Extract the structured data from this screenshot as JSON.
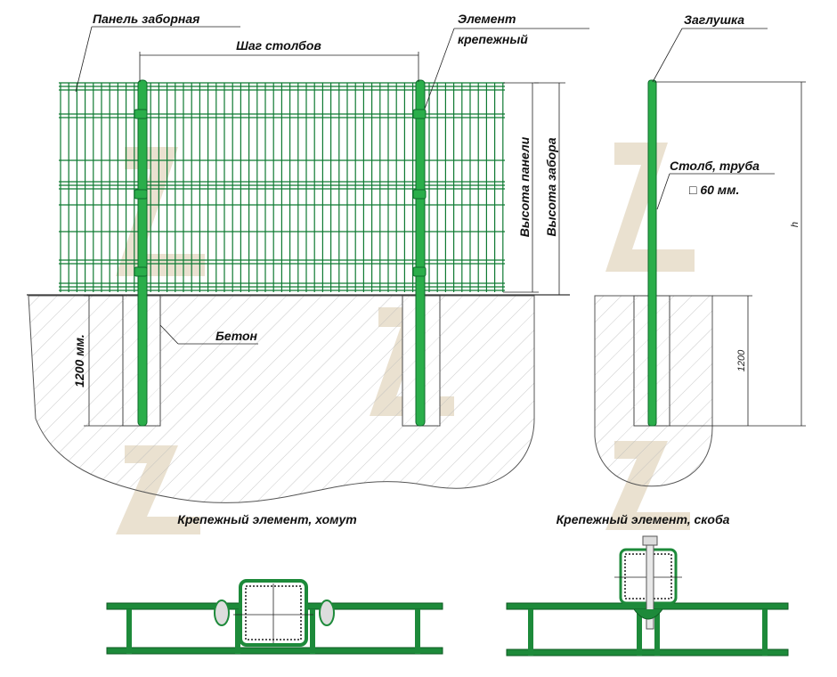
{
  "labels": {
    "panel": "Панель заборная",
    "post_pitch": "Шаг столбов",
    "fastener_line1": "Элемент",
    "fastener_line2": "крепежный",
    "cap": "Заглушка",
    "post_pipe": "Столб, труба",
    "post_size": "□ 60 мм.",
    "panel_height": "Высота панели",
    "fence_height": "Высота забора",
    "concrete": "Бетон",
    "depth": "1200 мм.",
    "depth_side": "1200",
    "height_side": "h",
    "clamp_detail": "Крепежный элемент, хомут",
    "bracket_detail": "Крепежный элемент, скоба"
  },
  "colors": {
    "panel_wire": "#0f7a32",
    "post": "#2aae4a",
    "watermark": "#e6dcc8"
  }
}
